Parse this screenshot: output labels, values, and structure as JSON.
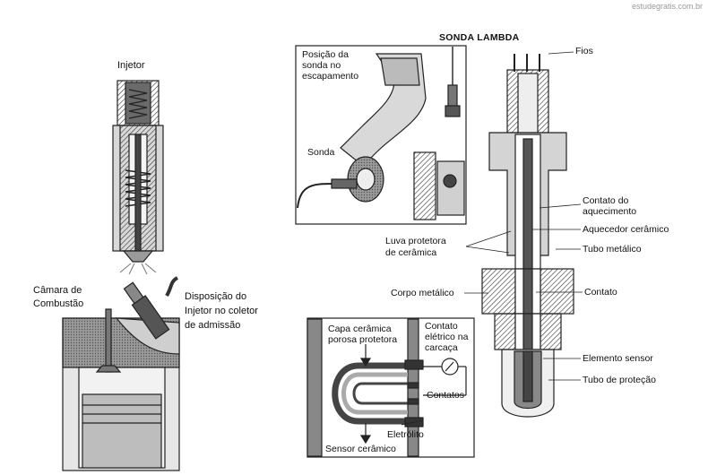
{
  "watermark": "estudegratis.com.br",
  "labels": {
    "injetor": "Injetor",
    "camara_1": "Câmara de",
    "camara_2": "Combustão",
    "disposicao_1": "Disposição do",
    "disposicao_2": "Injetor no coletor",
    "disposicao_3": "de admissão",
    "sonda_lambda": "SONDA LAMBDA",
    "posicao_1": "Posição da",
    "posicao_2": "sonda no",
    "posicao_3": "escapamento",
    "sonda": "Sonda",
    "fios": "Fios",
    "contato_aquec_1": "Contato do",
    "contato_aquec_2": "aquecimento",
    "aquecedor": "Aquecedor cerâmico",
    "tubo_metalico": "Tubo metálico",
    "luva_1": "Luva protetora",
    "luva_2": "de cerâmica",
    "corpo_metalico": "Corpo metálico",
    "contato": "Contato",
    "elemento_sensor": "Elemento sensor",
    "tubo_protecao": "Tubo de proteção",
    "capa_1": "Capa cerâmica",
    "capa_2": "porosa protetora",
    "contato_eletrico_1": "Contato",
    "contato_eletrico_2": "elétrico na",
    "contato_eletrico_3": "carcaça",
    "contatos": "Contatos",
    "eletrolito": "Eletrólito",
    "sensor_ceramico": "Sensor cerâmico"
  }
}
